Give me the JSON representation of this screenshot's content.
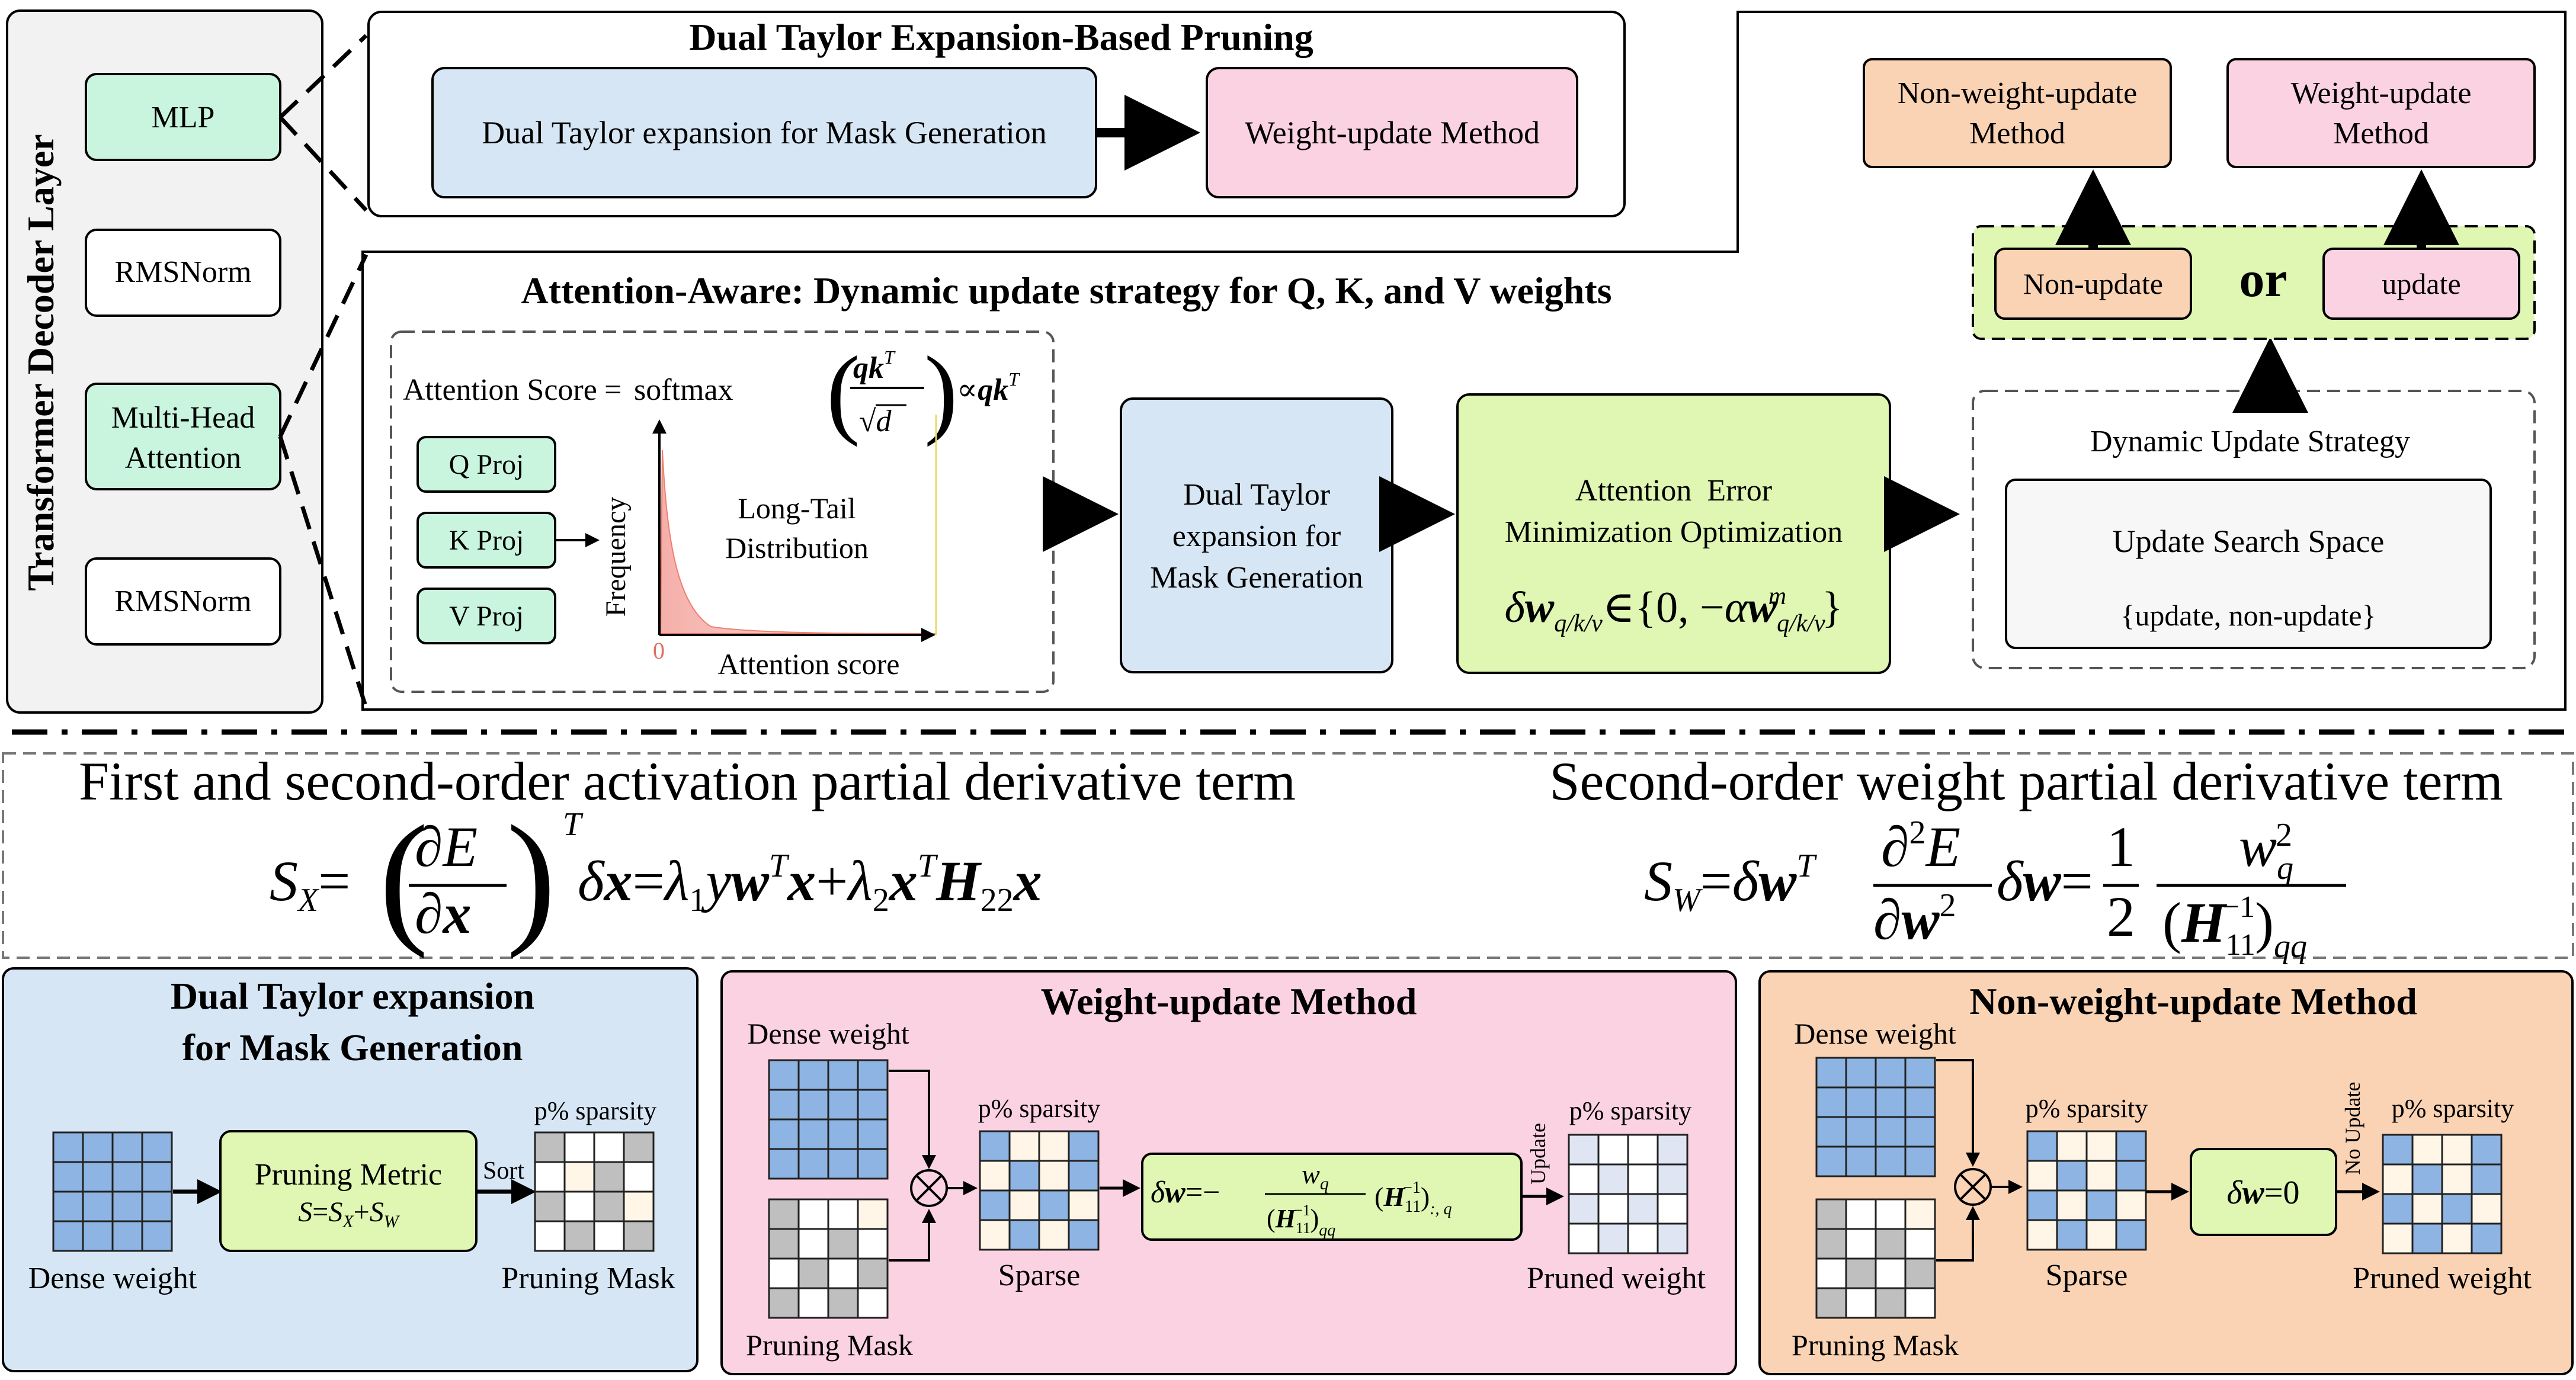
{
  "left_panel": {
    "title": "Transformer Decoder Layer",
    "blocks": [
      "MLP",
      "RMSNorm",
      "Multi-Head",
      "Attention",
      "RMSNorm"
    ]
  },
  "top_box": {
    "title": "Dual Taylor Expansion-Based Pruning",
    "mask_gen": "Dual Taylor expansion for Mask Generation",
    "weight_update": "Weight-update Method"
  },
  "attention_box": {
    "title": "Attention-Aware: Dynamic update strategy for Q, K, and V weights",
    "score_label": "Attention Score",
    "softmax": "softmax",
    "proj": [
      "Q Proj",
      "K Proj",
      "V Proj"
    ],
    "y_axis": "Frequency",
    "x_axis": "Attention score",
    "zero": "0",
    "dist_line1": "Long-Tail",
    "dist_line2": "Distribution",
    "dual_taylor": [
      "Dual Taylor",
      "expansion for",
      "Mask Generation"
    ],
    "aemo": [
      "Attention  Error",
      "Minimization Optimization"
    ],
    "dus_title": "Dynamic Update Strategy",
    "uss_title": "Update Search Space",
    "uss_set": "{update, non-update}",
    "non_update": "Non-update",
    "or": "or",
    "update": "update",
    "nwu_method": [
      "Non-weight-update",
      "Method"
    ],
    "wu_method": [
      "Weight-update",
      "Method"
    ]
  },
  "formula_strip": {
    "left_title": "First and second-order activation partial derivative term",
    "right_title": "Second-order weight partial derivative term"
  },
  "bottom_left": {
    "title1": "Dual Taylor expansion",
    "title2": "for Mask Generation",
    "dense": "Dense weight",
    "metric_title": "Pruning Metric",
    "sort": "Sort",
    "sparsity": "p% sparsity",
    "mask": "Pruning Mask"
  },
  "bottom_mid": {
    "title": "Weight-update Method",
    "dense": "Dense weight",
    "mask": "Pruning Mask",
    "sparsity": "p% sparsity",
    "sparse": "Sparse",
    "update": "Update",
    "sparsity2": "p% sparsity",
    "pruned": "Pruned weight"
  },
  "bottom_right": {
    "title": "Non-weight-update Method",
    "dense": "Dense weight",
    "mask": "Pruning Mask",
    "sparsity": "p% sparsity",
    "sparse": "Sparse",
    "no_update": "No Update",
    "sparsity2": "p% sparsity",
    "pruned": "Pruned weight"
  },
  "colors": {
    "mint": "#c9f5df",
    "blue_box": "#d6e6f4",
    "pink": "#fbd2e1",
    "orange": "#fad3b4",
    "lime": "#dff7b2",
    "cell_blue": "#8db4e2",
    "cell_gray": "#bfbfbf",
    "cell_cream": "#fff6e8",
    "cell_light": "#dfe5f2"
  }
}
